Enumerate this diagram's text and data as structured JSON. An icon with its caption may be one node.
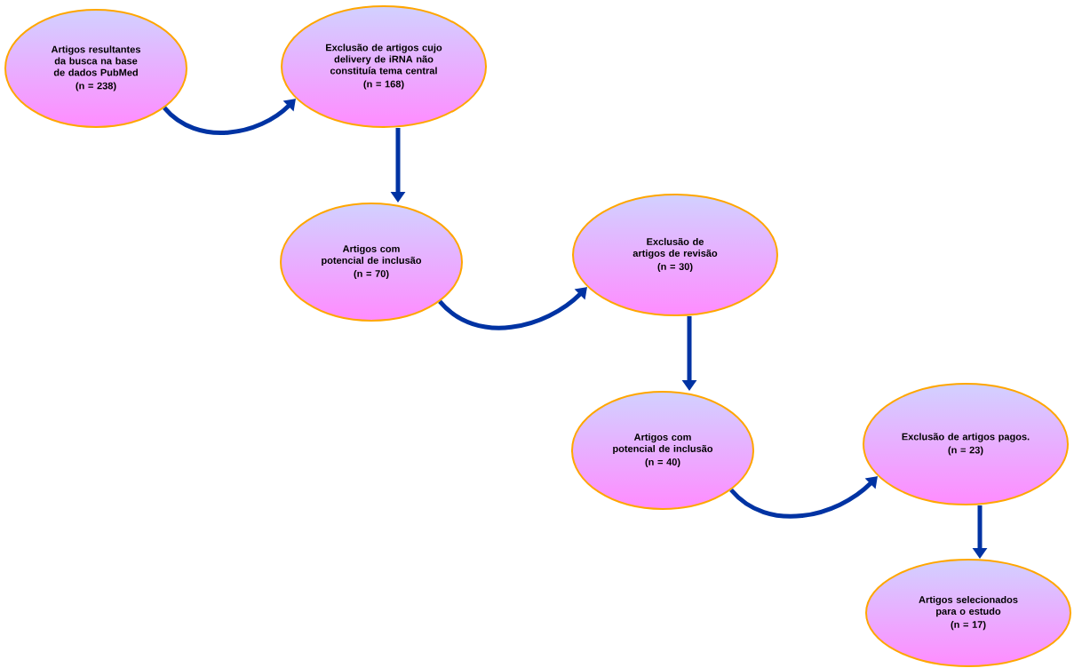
{
  "diagram": {
    "nodes": [
      {
        "text": [
          "Artigos resultantes da busca na base de dados PubMed",
          "(n = 238)"
        ]
      },
      {
        "text": [
          "Exclusão de artigos cujo delivery de iRNA não constituía tema central",
          "(n = 168)"
        ]
      },
      {
        "text": [
          "Artigos com potencial de inclusão",
          "(n = 70)"
        ]
      },
      {
        "text": [
          "Exclusão de artigos de revisão",
          "(n = 30)"
        ]
      },
      {
        "text": [
          "Artigos com potencial de inclusão",
          "(n = 40)"
        ]
      },
      {
        "text": [
          "Exclusão de artigos pagos.",
          "(n = 23)"
        ]
      },
      {
        "text": [
          "Artigos selecionados para o estudo",
          "(n = 17)"
        ]
      }
    ],
    "edges": [
      {
        "from": 0,
        "to": 1,
        "arrow": "to"
      },
      {
        "from": 1,
        "to": 2,
        "arrow": "to"
      },
      {
        "from": 2,
        "to": 3,
        "arrow": "to"
      },
      {
        "from": 3,
        "to": 4,
        "arrow": "to"
      },
      {
        "from": 4,
        "to": 5,
        "arrow": "to"
      },
      {
        "from": 5,
        "to": 6,
        "arrow": "to"
      }
    ]
  }
}
